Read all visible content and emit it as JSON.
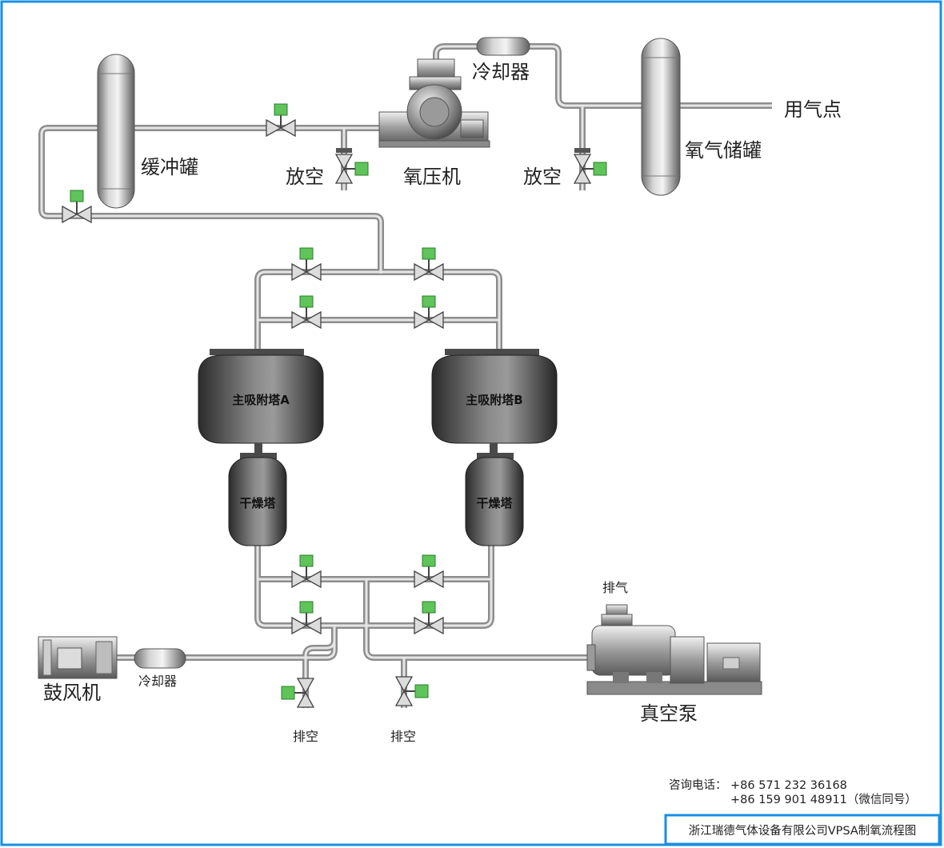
{
  "labels": {
    "buffer_tank": "缓冲罐",
    "vent_left": "放空",
    "oxygen_compressor": "氧压机",
    "vent_right": "放空",
    "cooler_top": "冷却器",
    "oxygen_storage_tank": "氧气储罐",
    "use_point": "用气点",
    "adsorber_a": "主吸附塔A",
    "adsorber_b": "主吸附塔B",
    "dryer_a": "干燥塔",
    "dryer_b": "干燥塔",
    "blower": "鼓风机",
    "cooler_bottom": "冷却器",
    "drain_left": "排空",
    "drain_right": "排空",
    "exhaust": "排气",
    "vacuum_pump": "真空泵"
  },
  "contact": {
    "prefix": "咨询电话：",
    "phone1": "+86  571 232 36168",
    "phone2": "+86 159  901 48911（微信同号）"
  },
  "footer": {
    "caption": "浙江瑞德气体设备有限公司VPSA制氧流程图"
  },
  "colors": {
    "frame": "#1a8fe3",
    "pipe": "#b8b8b8",
    "valve_actuator": "#5fc45a",
    "vessel_dark": "#3a3a3a"
  }
}
